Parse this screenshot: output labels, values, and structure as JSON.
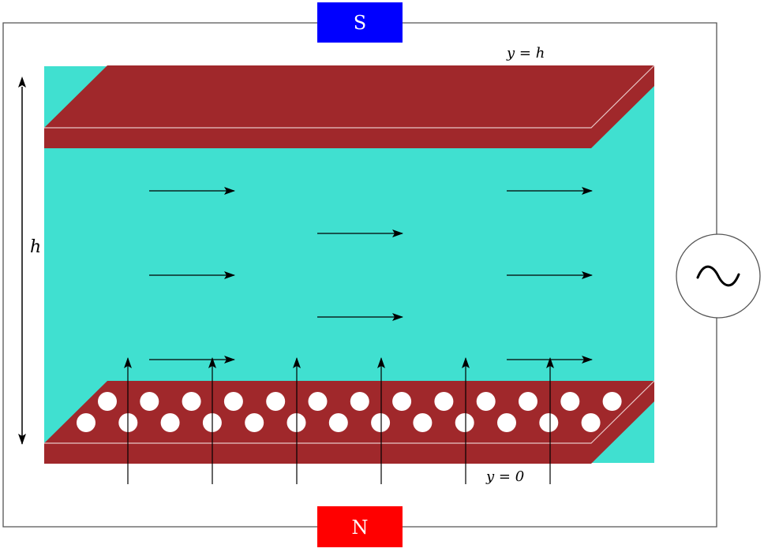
{
  "magnets": {
    "top": {
      "label": "S",
      "color": "#0000ff"
    },
    "bottom": {
      "label": "N",
      "color": "#ff0000"
    }
  },
  "plates": {
    "top_label": "y = h",
    "bottom_label": "y = 0",
    "plate_color": "#a0282b",
    "fluid_color": "#40e0d0",
    "hole_color": "#ffffff"
  },
  "gap_label": "h",
  "ac_source": {
    "icon": "sine-wave-icon",
    "symbol": "~"
  },
  "flow_field": {
    "direction": "x",
    "rows": 3,
    "columns": 3
  },
  "magnetic_field": {
    "direction": "y",
    "count": 6
  }
}
